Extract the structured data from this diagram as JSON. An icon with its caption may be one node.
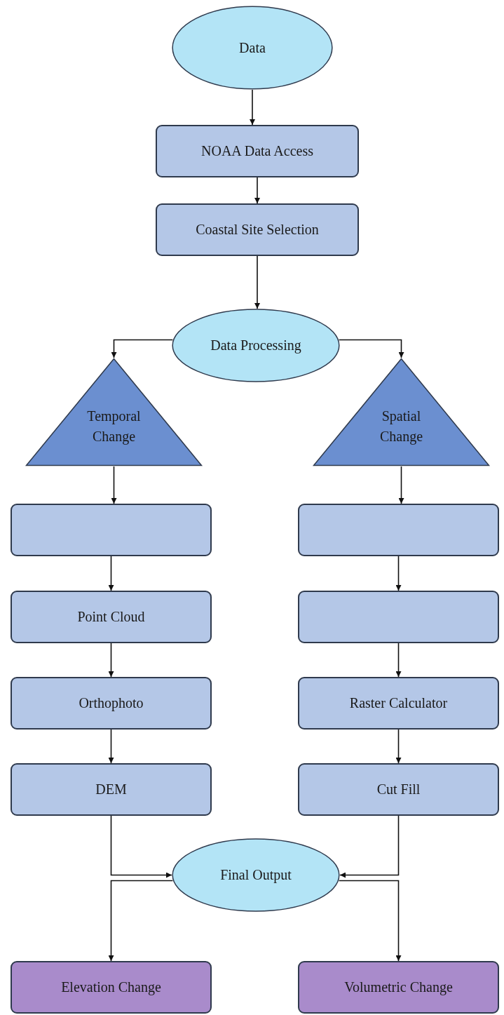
{
  "diagram": {
    "nodes": [
      {
        "text": [
          "Data"
        ]
      },
      {
        "text": [
          "NOAA Data Access"
        ]
      },
      {
        "text": [
          "Coastal Site Selection"
        ]
      },
      {
        "text": [
          "Data Processing"
        ]
      },
      {
        "text": [
          "Temporal Change"
        ]
      },
      {
        "text": [
          "Spatial Change"
        ]
      },
      {
        "text": [],
        "shape": "box"
      },
      {
        "text": [
          "Point Cloud"
        ]
      },
      {
        "text": [
          "Orthophoto"
        ]
      },
      {
        "text": [
          "DEM"
        ]
      },
      {
        "text": [],
        "shape": "box"
      },
      {
        "text": [],
        "shape": "box"
      },
      {
        "text": [
          "Raster Calculator"
        ]
      },
      {
        "text": [
          "Cut Fill"
        ]
      },
      {
        "text": [
          "Final Output"
        ]
      },
      {
        "text": [
          "Elevation Change"
        ]
      },
      {
        "text": [
          "Volumetric Change"
        ]
      }
    ],
    "edges": [
      {
        "from": 0,
        "to": 1,
        "arrow": "to"
      },
      {
        "from": 1,
        "to": 2,
        "arrow": "to"
      },
      {
        "from": 2,
        "to": 3,
        "arrow": "to"
      },
      {
        "from": 3,
        "to": 4,
        "arrow": "to"
      },
      {
        "from": 3,
        "to": 5,
        "arrow": "to"
      },
      {
        "from": 4,
        "to": 6,
        "arrow": "to"
      },
      {
        "from": 6,
        "to": 7,
        "arrow": "to"
      },
      {
        "from": 7,
        "to": 8,
        "arrow": "to"
      },
      {
        "from": 8,
        "to": 9,
        "arrow": "to"
      },
      {
        "from": 5,
        "to": 10,
        "arrow": "to"
      },
      {
        "from": 10,
        "to": 11,
        "arrow": "to"
      },
      {
        "from": 11,
        "to": 12,
        "arrow": "to"
      },
      {
        "from": 12,
        "to": 13,
        "arrow": "to"
      },
      {
        "from": 9,
        "to": 14,
        "arrow": "to"
      },
      {
        "from": 13,
        "to": 14,
        "arrow": "to"
      },
      {
        "from": 14,
        "to": 15,
        "arrow": "to"
      },
      {
        "from": 14,
        "to": 16,
        "arrow": "to"
      }
    ]
  }
}
